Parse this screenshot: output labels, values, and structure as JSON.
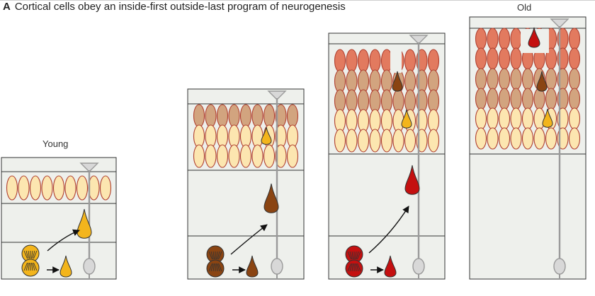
{
  "figure": {
    "panel_letter": "A",
    "title": "Cortical cells obey an inside-first outside-last program of neurogenesis",
    "label_young": "Young",
    "label_old": "Old"
  },
  "colors": {
    "panel_bg": "#eef0ec",
    "outline": "#333333",
    "cell_outline": "#b04030",
    "cream": "#fce6b0",
    "tan": "#d2a47f",
    "salmon": "#e27a5f",
    "yellow_migrating": "#f3b51c",
    "brown_migrating": "#8a4412",
    "red_migrating": "#c41010",
    "glia": "#9a9a9a",
    "glia_body": "#d8d8d8"
  }
}
